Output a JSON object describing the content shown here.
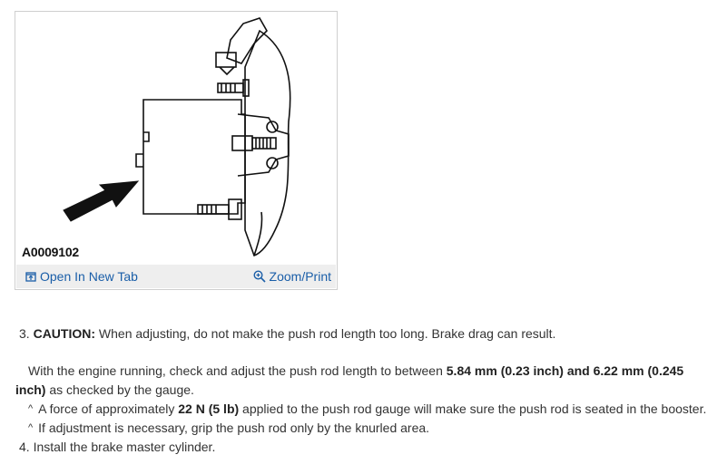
{
  "figure": {
    "caption": "A0009102",
    "open_link": "Open In New Tab",
    "zoom_link": "Zoom/Print"
  },
  "step3": {
    "number": "3.",
    "caution_label": "CAUTION:",
    "caution_text": "When adjusting, do not make the push rod length too long. Brake drag can result.",
    "para_a": "With the engine running, check and adjust the push rod length to between ",
    "para_bold": "5.84 mm (0.23 inch) and 6.22 mm (0.245",
    "para_bold2": "inch)",
    "para_b": " as checked by the gauge.",
    "bullet_marker": "^",
    "bullet1_a": "A force of approximately ",
    "bullet1_bold": "22 N (5 lb)",
    "bullet1_b": " applied to the push rod gauge will make sure the push rod is seated in the booster.",
    "bullet2": "If adjustment is necessary, grip the push rod only by the knurled area."
  },
  "step4": {
    "number": "4.",
    "text": "Install the brake master cylinder."
  }
}
